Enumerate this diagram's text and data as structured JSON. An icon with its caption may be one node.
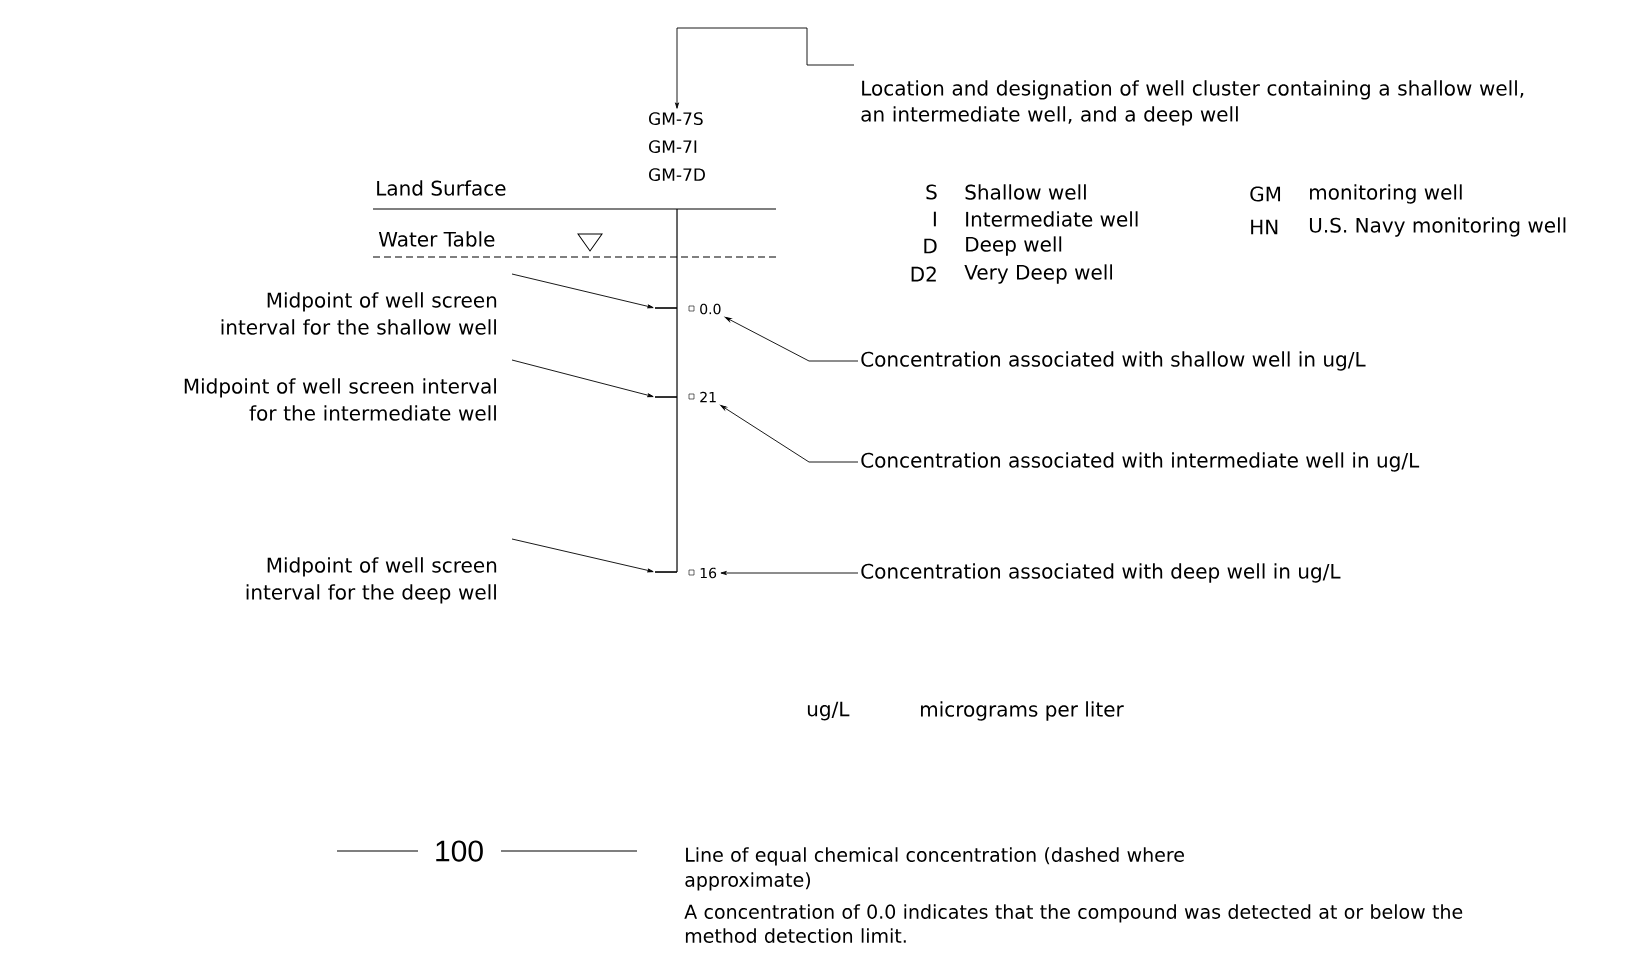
{
  "diagram": {
    "nodes": [
      {
        "text": [
          "Location and designation of well cluster containing a shallow well, an intermediate well, and a deep well"
        ]
      },
      {
        "text": [
          "GM-7S",
          "GM-7I",
          "GM-7D"
        ]
      },
      {
        "text": [
          "Midpoint of well screen interval for the shallow well"
        ]
      },
      {
        "text": [],
        "shape": "bar"
      },
      {
        "text": [
          "0.0"
        ]
      },
      {
        "text": [
          "Concentration associated with shallow well in ug/L"
        ]
      },
      {
        "text": [
          "Midpoint of well screen interval for the intermediate well"
        ]
      },
      {
        "text": [],
        "shape": "bar"
      },
      {
        "text": [
          "21"
        ]
      },
      {
        "text": [
          "Concentration associated with intermediate well in ug/L"
        ]
      },
      {
        "text": [
          "Midpoint of well screen interval for the deep well"
        ]
      },
      {
        "text": [],
        "shape": "bar"
      },
      {
        "text": [
          "16"
        ]
      },
      {
        "text": [
          "Concentration associated with deep well in ug/L"
        ]
      }
    ],
    "edges": [
      {
        "from": 0,
        "to": 1,
        "arrow": "to"
      },
      {
        "from": 2,
        "to": 3,
        "arrow": "to"
      },
      {
        "from": 5,
        "to": 4,
        "arrow": "to"
      },
      {
        "from": 6,
        "to": 7,
        "arrow": "to"
      },
      {
        "from": 9,
        "to": 8,
        "arrow": "to"
      },
      {
        "from": 10,
        "to": 11,
        "arrow": "to"
      },
      {
        "from": 13,
        "to": 12,
        "arrow": "to"
      }
    ],
    "labels": [
      "Land Surface",
      "Water Table",
      "S",
      "Shallow well",
      "GM",
      "monitoring well",
      "I",
      "Intermediate well",
      "HN",
      "U.S. Navy monitoring well",
      "D",
      "Deep well",
      "D2",
      "Very Deep well",
      "ug/L",
      "micrograms per liter",
      "100",
      "Line of equal chemical concentration (dashed where approximate)",
      "A concentration of 0.0 indicates that the compound was detected at or below the method detection limit."
    ]
  }
}
